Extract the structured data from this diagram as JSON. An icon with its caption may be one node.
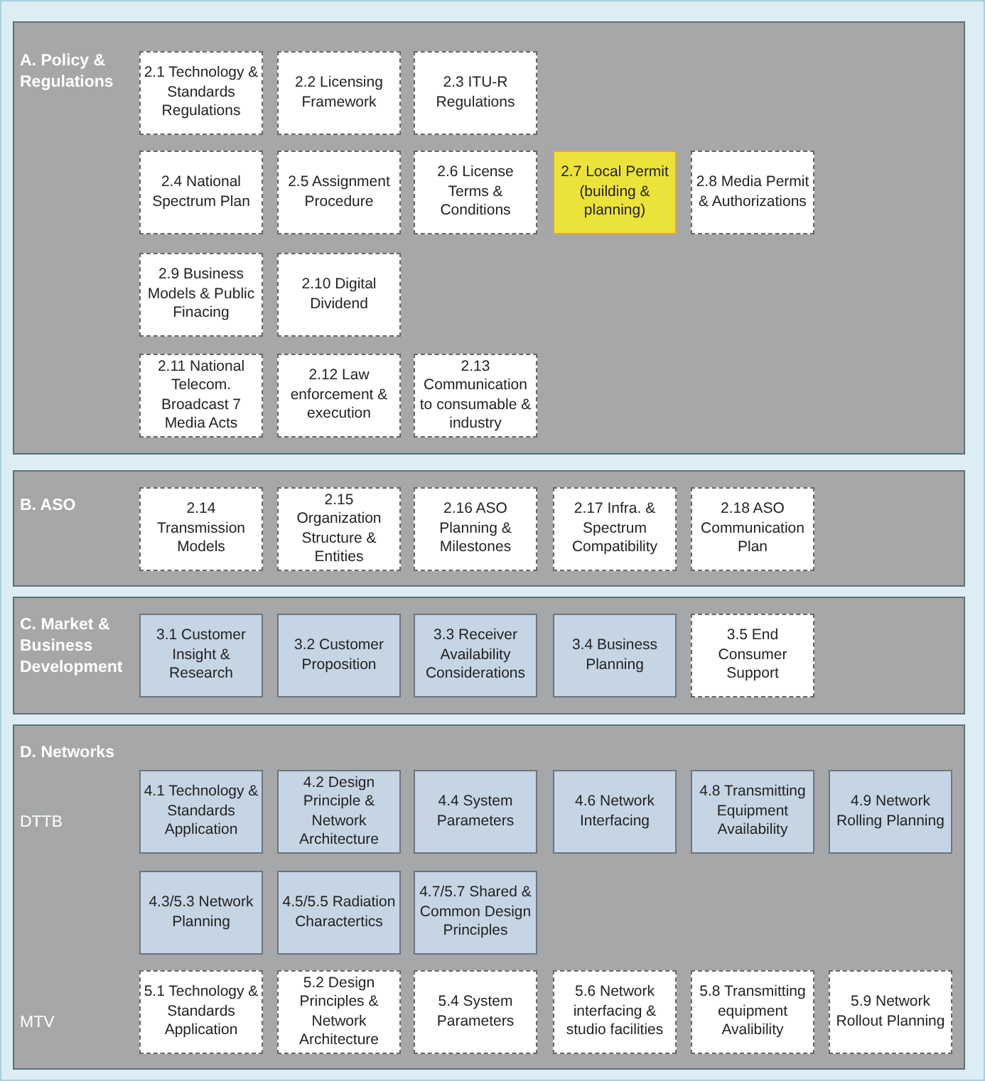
{
  "diagram": {
    "nodes": [
      {
        "text": [
          "A. Policy & Regulations"
        ]
      },
      {
        "text": [
          "2.1 Technology & Standards Regulations"
        ],
        "in": 0
      },
      {
        "text": [
          "2.2 Licensing Framework"
        ],
        "in": 0
      },
      {
        "text": [
          "2.3 ITU-R Regulations"
        ],
        "in": 0
      },
      {
        "text": [
          "2.4 National Spectrum Plan"
        ],
        "in": 0
      },
      {
        "text": [
          "2.5 Assignment Procedure"
        ],
        "in": 0
      },
      {
        "text": [
          "2.6 License Terms & Conditions"
        ],
        "in": 0
      },
      {
        "text": [
          "2.7 Local Permit (building & planning)"
        ],
        "in": 0
      },
      {
        "text": [
          "2.8 Media Permit & Authorizations"
        ],
        "in": 0
      },
      {
        "text": [
          "2.9 Business Models & Public Finacing"
        ],
        "in": 0
      },
      {
        "text": [
          "2.10 Digital Dividend"
        ],
        "in": 0
      },
      {
        "text": [
          "2.11 National Telecom. Broadcast 7 Media Acts"
        ],
        "in": 0
      },
      {
        "text": [
          "2.12 Law enforcement & execution"
        ],
        "in": 0
      },
      {
        "text": [
          "2.13 Communication to consumable & industry"
        ],
        "in": 0
      },
      {
        "text": [
          "B. ASO"
        ]
      },
      {
        "text": [
          "2.14 Transmission Models"
        ],
        "in": 14
      },
      {
        "text": [
          "2.15 Organization Structure & Entities"
        ],
        "in": 14
      },
      {
        "text": [
          "2.16 ASO Planning & Milestones"
        ],
        "in": 14
      },
      {
        "text": [
          "2.17 Infra. & Spectrum Compatibility"
        ],
        "in": 14
      },
      {
        "text": [
          "2.18 ASO Communication Plan"
        ],
        "in": 14
      },
      {
        "text": [
          "C. Market & Business Development"
        ]
      },
      {
        "text": [
          "3.1 Customer Insight & Research"
        ],
        "in": 20
      },
      {
        "text": [
          "3.2 Customer Proposition"
        ],
        "in": 20
      },
      {
        "text": [
          "3.3 Receiver Availability Considerations"
        ],
        "in": 20
      },
      {
        "text": [
          "3.4 Business Planning"
        ],
        "in": 20
      },
      {
        "text": [
          "3.5 End Consumer Support"
        ],
        "in": 20
      },
      {
        "text": [
          "D. Networks"
        ]
      },
      {
        "text": [
          "4.1 Technology & Standards Application"
        ],
        "in": 26
      },
      {
        "text": [
          "4.2 Design Principle & Network Architecture"
        ],
        "in": 26
      },
      {
        "text": [
          "4.4 System Parameters"
        ],
        "in": 26
      },
      {
        "text": [
          "4.6 Network Interfacing"
        ],
        "in": 26
      },
      {
        "text": [
          "4.8 Transmitting Equipment Availability"
        ],
        "in": 26
      },
      {
        "text": [
          "4.9 Network Rolling Planning"
        ],
        "in": 26
      },
      {
        "text": [
          "4.3/5.3 Network Planning"
        ],
        "in": 26
      },
      {
        "text": [
          "4.5/5.5 Radiation Charactertics"
        ],
        "in": 26
      },
      {
        "text": [
          "4.7/5.7 Shared & Common Design Principles"
        ],
        "in": 26
      },
      {
        "text": [
          "5.1 Technology & Standards Application"
        ],
        "in": 26
      },
      {
        "text": [
          "5.2 Design Principles & Network Architecture"
        ],
        "in": 26
      },
      {
        "text": [
          "5.4 System Parameters"
        ],
        "in": 26
      },
      {
        "text": [
          "5.6 Network interfacing & studio facilities"
        ],
        "in": 26
      },
      {
        "text": [
          "5.8 Transmitting equipment Avalibility"
        ],
        "in": 26
      },
      {
        "text": [
          "5.9 Network Rollout Planning"
        ],
        "in": 26
      }
    ],
    "labels": [
      "DTTB",
      "MTV"
    ]
  }
}
